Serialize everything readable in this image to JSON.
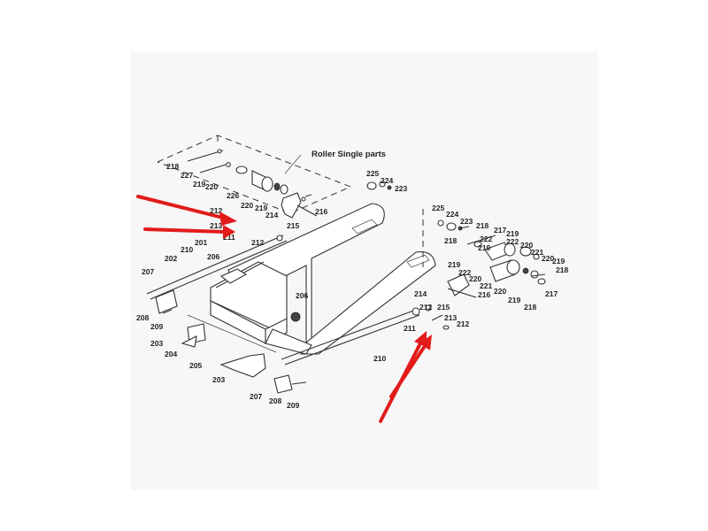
{
  "diagram": {
    "caption": "Roller Single parts",
    "part_labels": [
      "201",
      "202",
      "203",
      "204",
      "205",
      "206",
      "207",
      "208",
      "209",
      "210",
      "211",
      "212",
      "213",
      "214",
      "215",
      "216",
      "217",
      "218",
      "219",
      "220",
      "221",
      "222",
      "223",
      "224",
      "225",
      "226",
      "227"
    ],
    "callouts": {
      "c218a": "218",
      "c227": "227",
      "c219a": "219",
      "c220a": "220",
      "c226": "226",
      "c220b": "220",
      "c219b": "219",
      "c214a": "214",
      "c215a": "215",
      "c216a": "216",
      "c212a": "212",
      "c213a": "213",
      "c211a": "211",
      "c212b": "212",
      "c225a": "225",
      "c224a": "224",
      "c223a": "223",
      "c201": "201",
      "c210a": "210",
      "c206a": "206",
      "c202": "202",
      "c207a": "207",
      "c206b": "206",
      "c208a": "208",
      "c209a": "209",
      "c203a": "203",
      "c204": "204",
      "c205": "205",
      "c203b": "203",
      "c207b": "207",
      "c208b": "208",
      "c209b": "209",
      "c210b": "210",
      "c225b": "225",
      "c224b": "224",
      "c223b": "223",
      "c218b": "218",
      "c217a": "217",
      "c219c": "219",
      "c222a": "222",
      "c222b": "222",
      "c220c": "220",
      "c221a": "221",
      "c220d": "220",
      "c219d": "219",
      "c218c": "218",
      "c219e": "219",
      "c222c": "222",
      "c220e": "220",
      "c217b": "217",
      "c221b": "221",
      "c216b": "216",
      "c220f": "220",
      "c219f": "219",
      "c218d": "218",
      "c214b": "214",
      "c215b": "215",
      "c212c": "212",
      "c213b": "213",
      "c211b": "211",
      "c212d": "212"
    },
    "highlight_arrow_color": "#e21b1b",
    "highlight_arrow_count": 4
  }
}
